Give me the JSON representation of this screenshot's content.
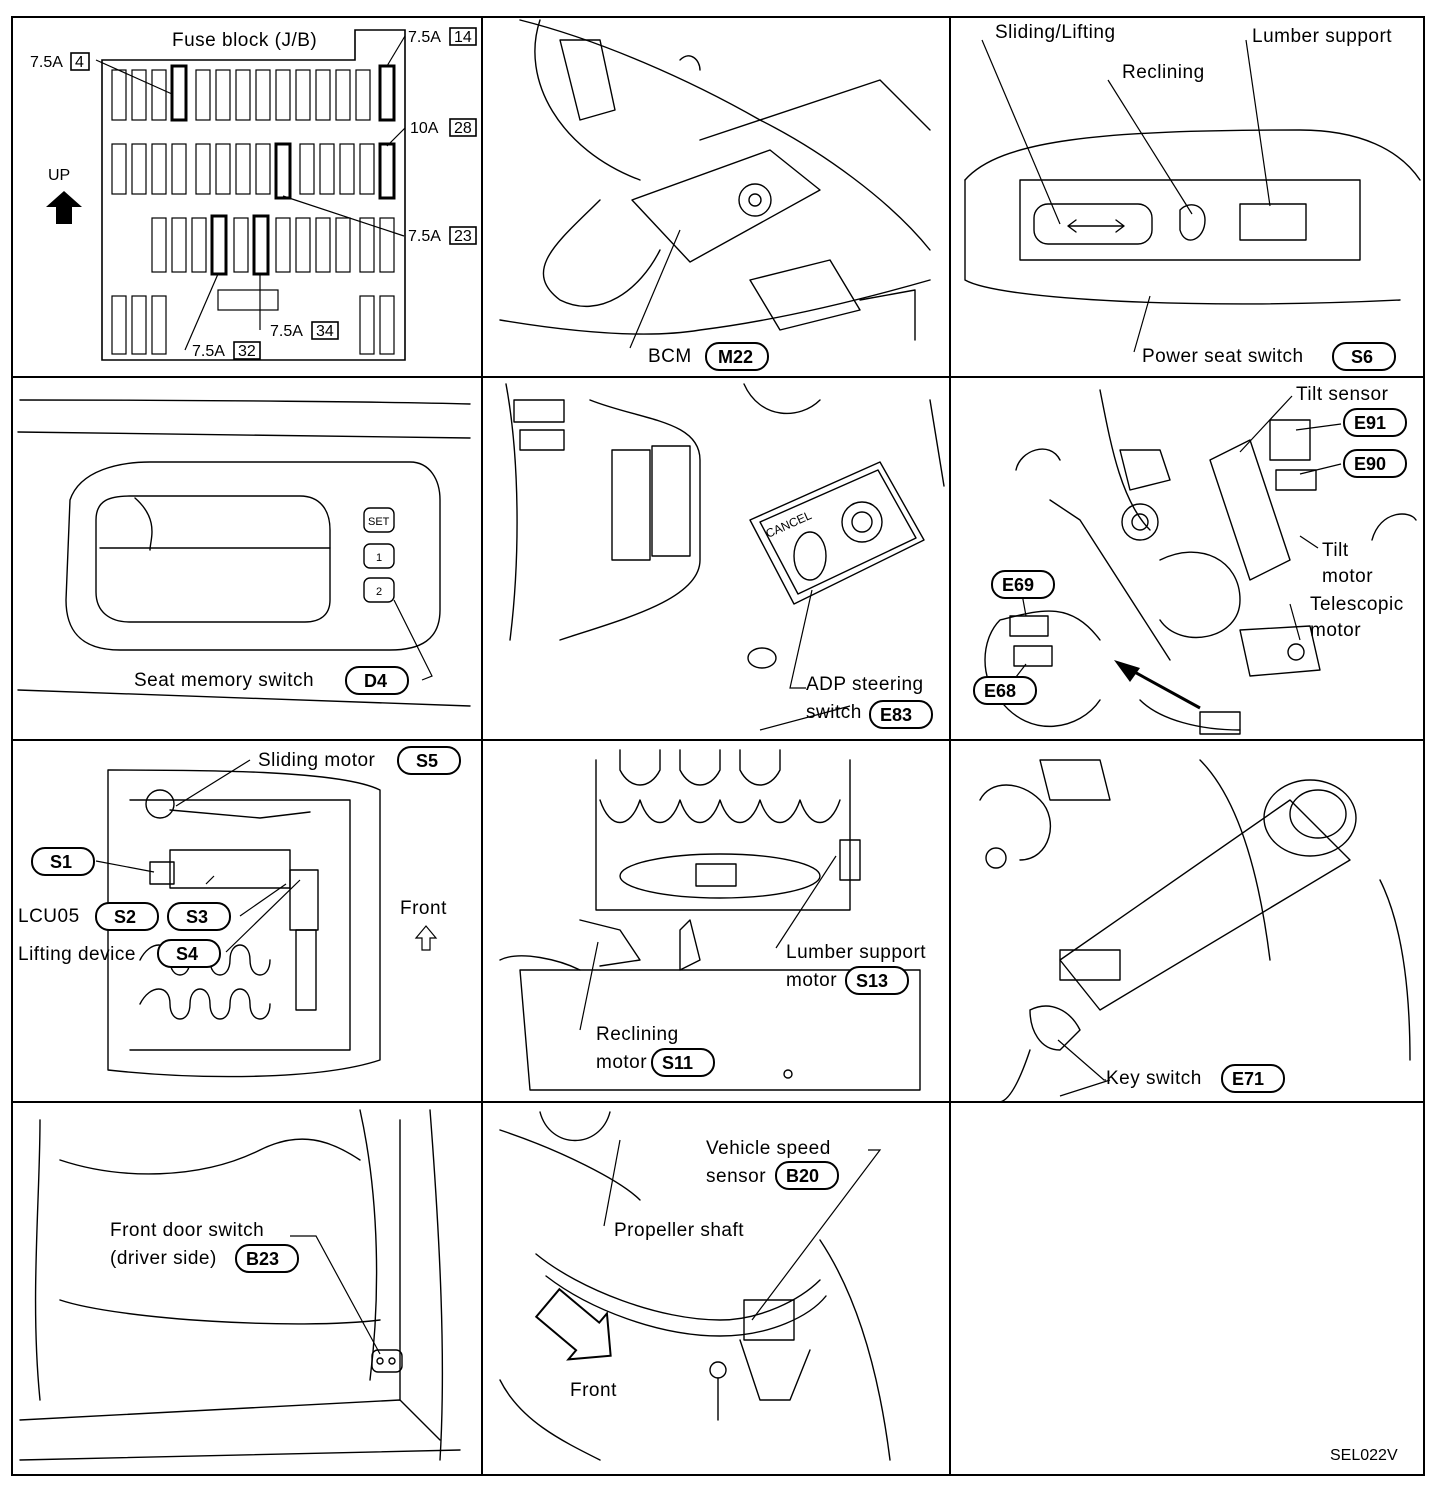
{
  "figure_code": "SEL022V",
  "panels": {
    "fuse_block": {
      "title": "Fuse block (J/B)",
      "up_label": "UP",
      "fuses": [
        {
          "rating": "7.5A",
          "number": "4"
        },
        {
          "rating": "7.5A",
          "number": "14"
        },
        {
          "rating": "10A",
          "number": "28"
        },
        {
          "rating": "7.5A",
          "number": "23"
        },
        {
          "rating": "7.5A",
          "number": "34"
        },
        {
          "rating": "7.5A",
          "number": "32"
        }
      ]
    },
    "bcm": {
      "label": "BCM",
      "connector": "M22"
    },
    "power_seat_switch": {
      "sliding_lifting": "Sliding/Lifting",
      "reclining": "Reclining",
      "lumber_support": "Lumber support",
      "label": "Power seat switch",
      "connector": "S6"
    },
    "seat_memory_switch": {
      "label": "Seat memory switch",
      "connector": "D4",
      "buttons": [
        "SET",
        "1",
        "2"
      ]
    },
    "adp_steering_switch": {
      "cancel": "CANCEL",
      "label_line1": "ADP steering",
      "label_line2": "switch",
      "connector": "E83"
    },
    "tilt_telescopic": {
      "tilt_sensor": "Tilt sensor",
      "tilt_motor_1": "Tilt",
      "tilt_motor_2": "motor",
      "telescopic_motor_1": "Telescopic",
      "telescopic_motor_2": "motor",
      "connectors": [
        "E91",
        "E90",
        "E69",
        "E68"
      ]
    },
    "seat_underside": {
      "sliding_motor": "Sliding motor",
      "sliding_motor_connector": "S5",
      "s1": "S1",
      "lcu": "LCU05",
      "s2": "S2",
      "s3": "S3",
      "lifting_device": "Lifting device",
      "s4": "S4",
      "front": "Front"
    },
    "seat_back": {
      "lumber_motor_1": "Lumber support",
      "lumber_motor_2": "motor",
      "lumber_connector": "S13",
      "reclining_motor_1": "Reclining",
      "reclining_motor_2": "motor",
      "reclining_connector": "S11"
    },
    "key_switch": {
      "label": "Key switch",
      "connector": "E71"
    },
    "front_door_switch": {
      "label_line1": "Front door switch",
      "label_line2": "(driver side)",
      "connector": "B23"
    },
    "vehicle_speed_sensor": {
      "label_line1": "Vehicle speed",
      "label_line2": "sensor",
      "connector": "B20",
      "propeller_shaft": "Propeller shaft",
      "front": "Front"
    }
  }
}
